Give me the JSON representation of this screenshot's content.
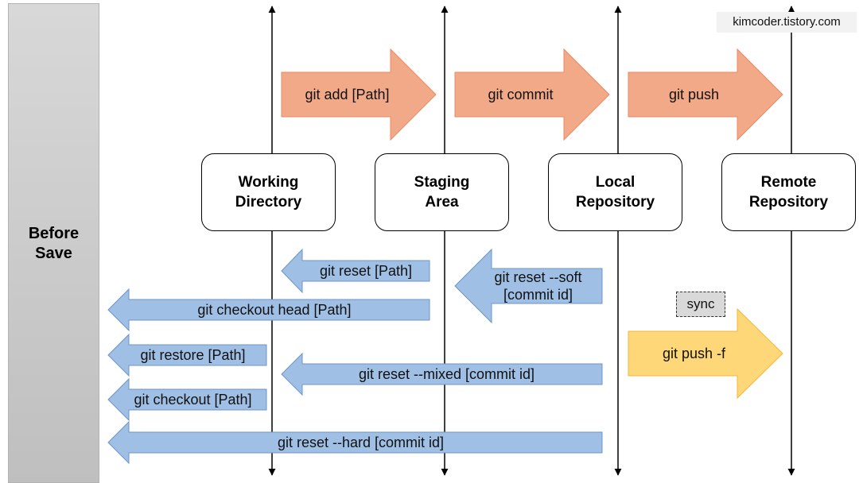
{
  "sidebar": {
    "label": "Before\nSave"
  },
  "watermark": "kimcoder.tistory.com",
  "stages": {
    "working": "Working\nDirectory",
    "staging": "Staging\nArea",
    "local": "Local\nRepository",
    "remote": "Remote\nRepository"
  },
  "forward": {
    "add": "git add [Path]",
    "commit": "git commit",
    "push": "git push",
    "push_force": "git push -f"
  },
  "backward": {
    "reset_path": "git reset [Path]",
    "reset_soft": "git reset --soft\n[commit id]",
    "checkout_head": "git checkout head [Path]",
    "restore": "git restore [Path]",
    "reset_mixed": "git reset --mixed [commit id]",
    "checkout_path": "git checkout [Path]",
    "reset_hard": "git reset --hard [commit id]"
  },
  "sync_label": "sync",
  "colors": {
    "forward_fill": "#f2a987",
    "forward_stroke": "#e88a64",
    "backward_fill": "#9fbfe4",
    "backward_stroke": "#6c95c8",
    "force_fill": "#fdd778",
    "force_stroke": "#f0b93a",
    "sidebar": "#cccccc"
  }
}
